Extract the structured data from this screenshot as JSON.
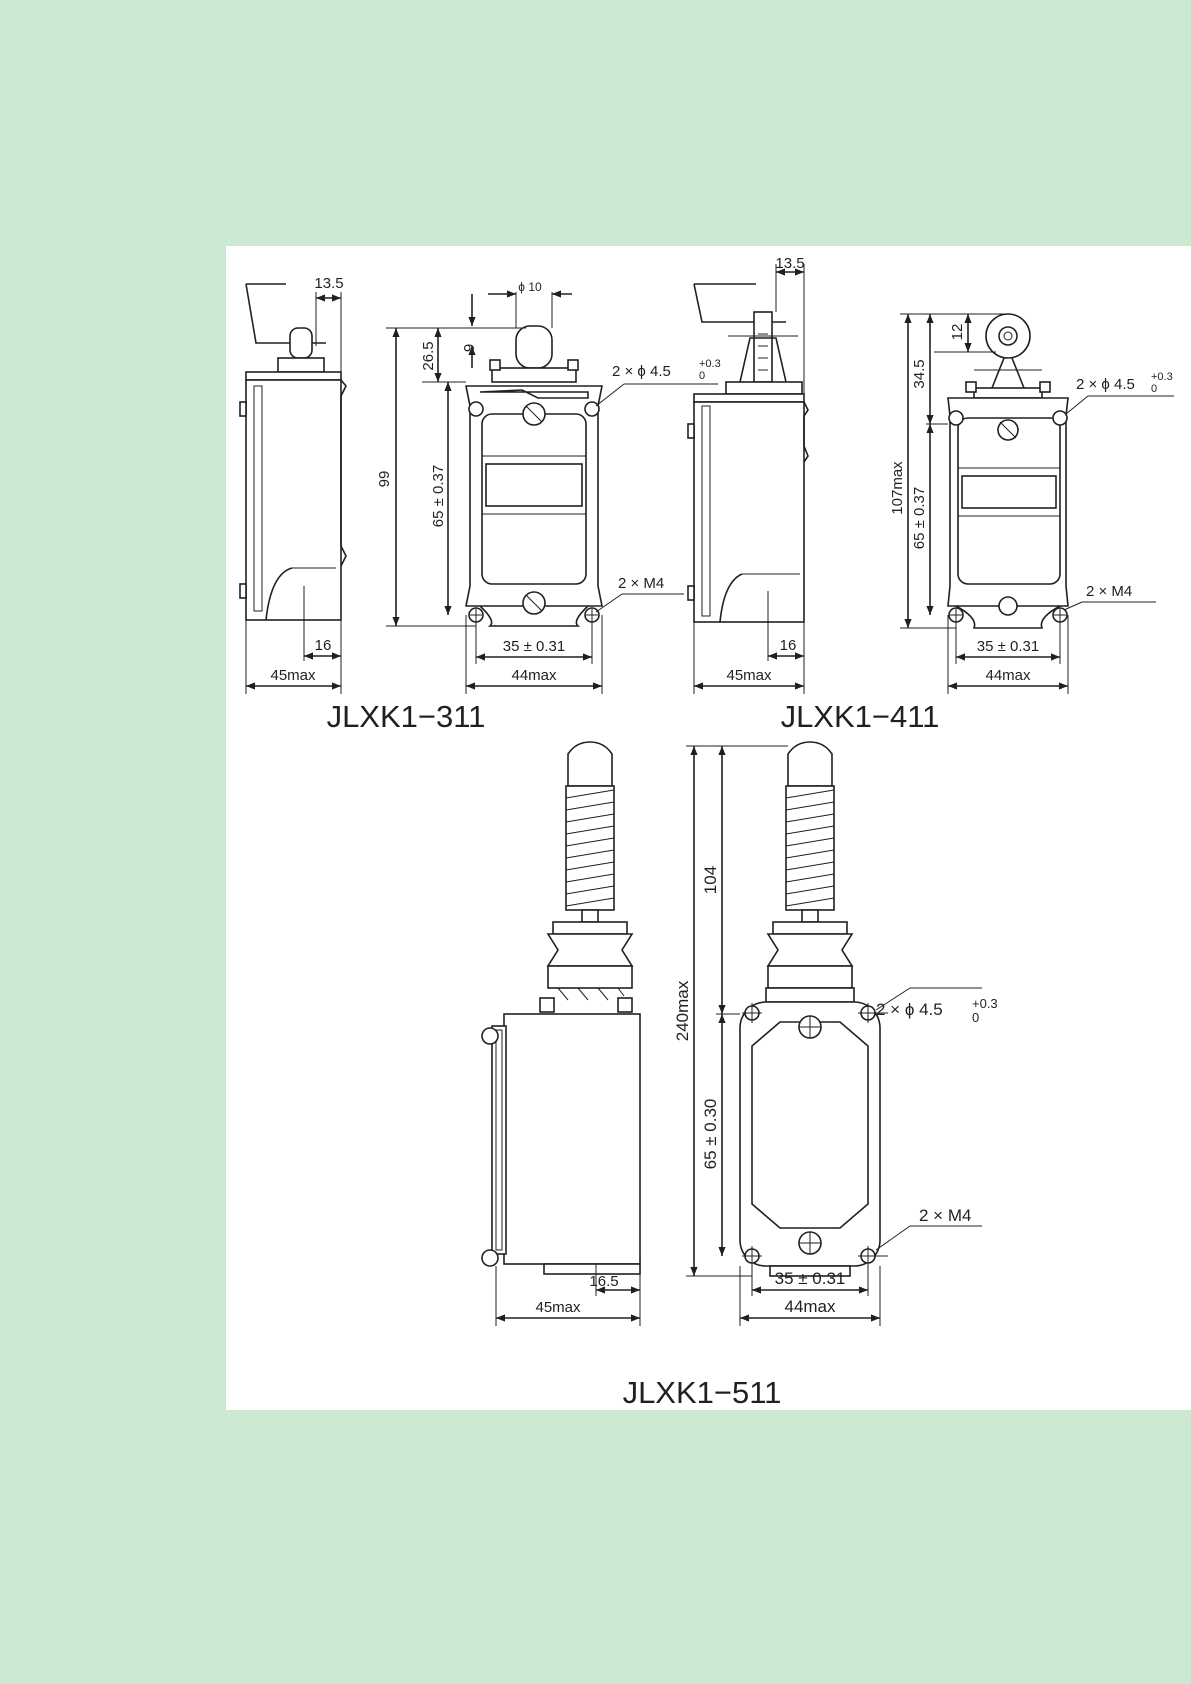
{
  "page": {
    "background": "#cce8d0",
    "sheet_color": "#ffffff",
    "ink": "#231f20"
  },
  "views": {
    "jlxk1_311": {
      "title": "JLXK1−311",
      "dims": {
        "d13_5": "13.5",
        "phi10": "ϕ 10",
        "d9": "9",
        "d26_5": "26.5",
        "d99": "99",
        "d65": "65 ± 0.37",
        "d16": "16",
        "d45": "45max",
        "d35": "35 ± 0.31",
        "d44": "44max",
        "hole": "2 ×  ϕ 4.5",
        "tol_up": "+0.3",
        "tol_low": "0",
        "m4": "2 × M4"
      }
    },
    "jlxk1_411": {
      "title": "JLXK1−411",
      "dims": {
        "d13_5": "13.5",
        "d12": "12",
        "d34_5": "34.5",
        "d107": "107max",
        "d65": "65 ± 0.37",
        "d16": "16",
        "d45": "45max",
        "d35": "35 ± 0.31",
        "d44": "44max",
        "hole": "2 ×  ϕ 4.5",
        "tol_up": "+0.3",
        "tol_low": "0",
        "m4": "2 × M4"
      }
    },
    "jlxk1_511": {
      "title": "JLXK1−511",
      "dims": {
        "d104": "104",
        "d240": "240max",
        "d65": "65 ± 0.30",
        "d16_5": "16.5",
        "d45": "45max",
        "d35": "35 ± 0.31",
        "d44": "44max",
        "hole": "2 ×  ϕ 4.5",
        "tol_up": "+0.3",
        "tol_low": "0",
        "m4": "2 × M4"
      }
    }
  }
}
